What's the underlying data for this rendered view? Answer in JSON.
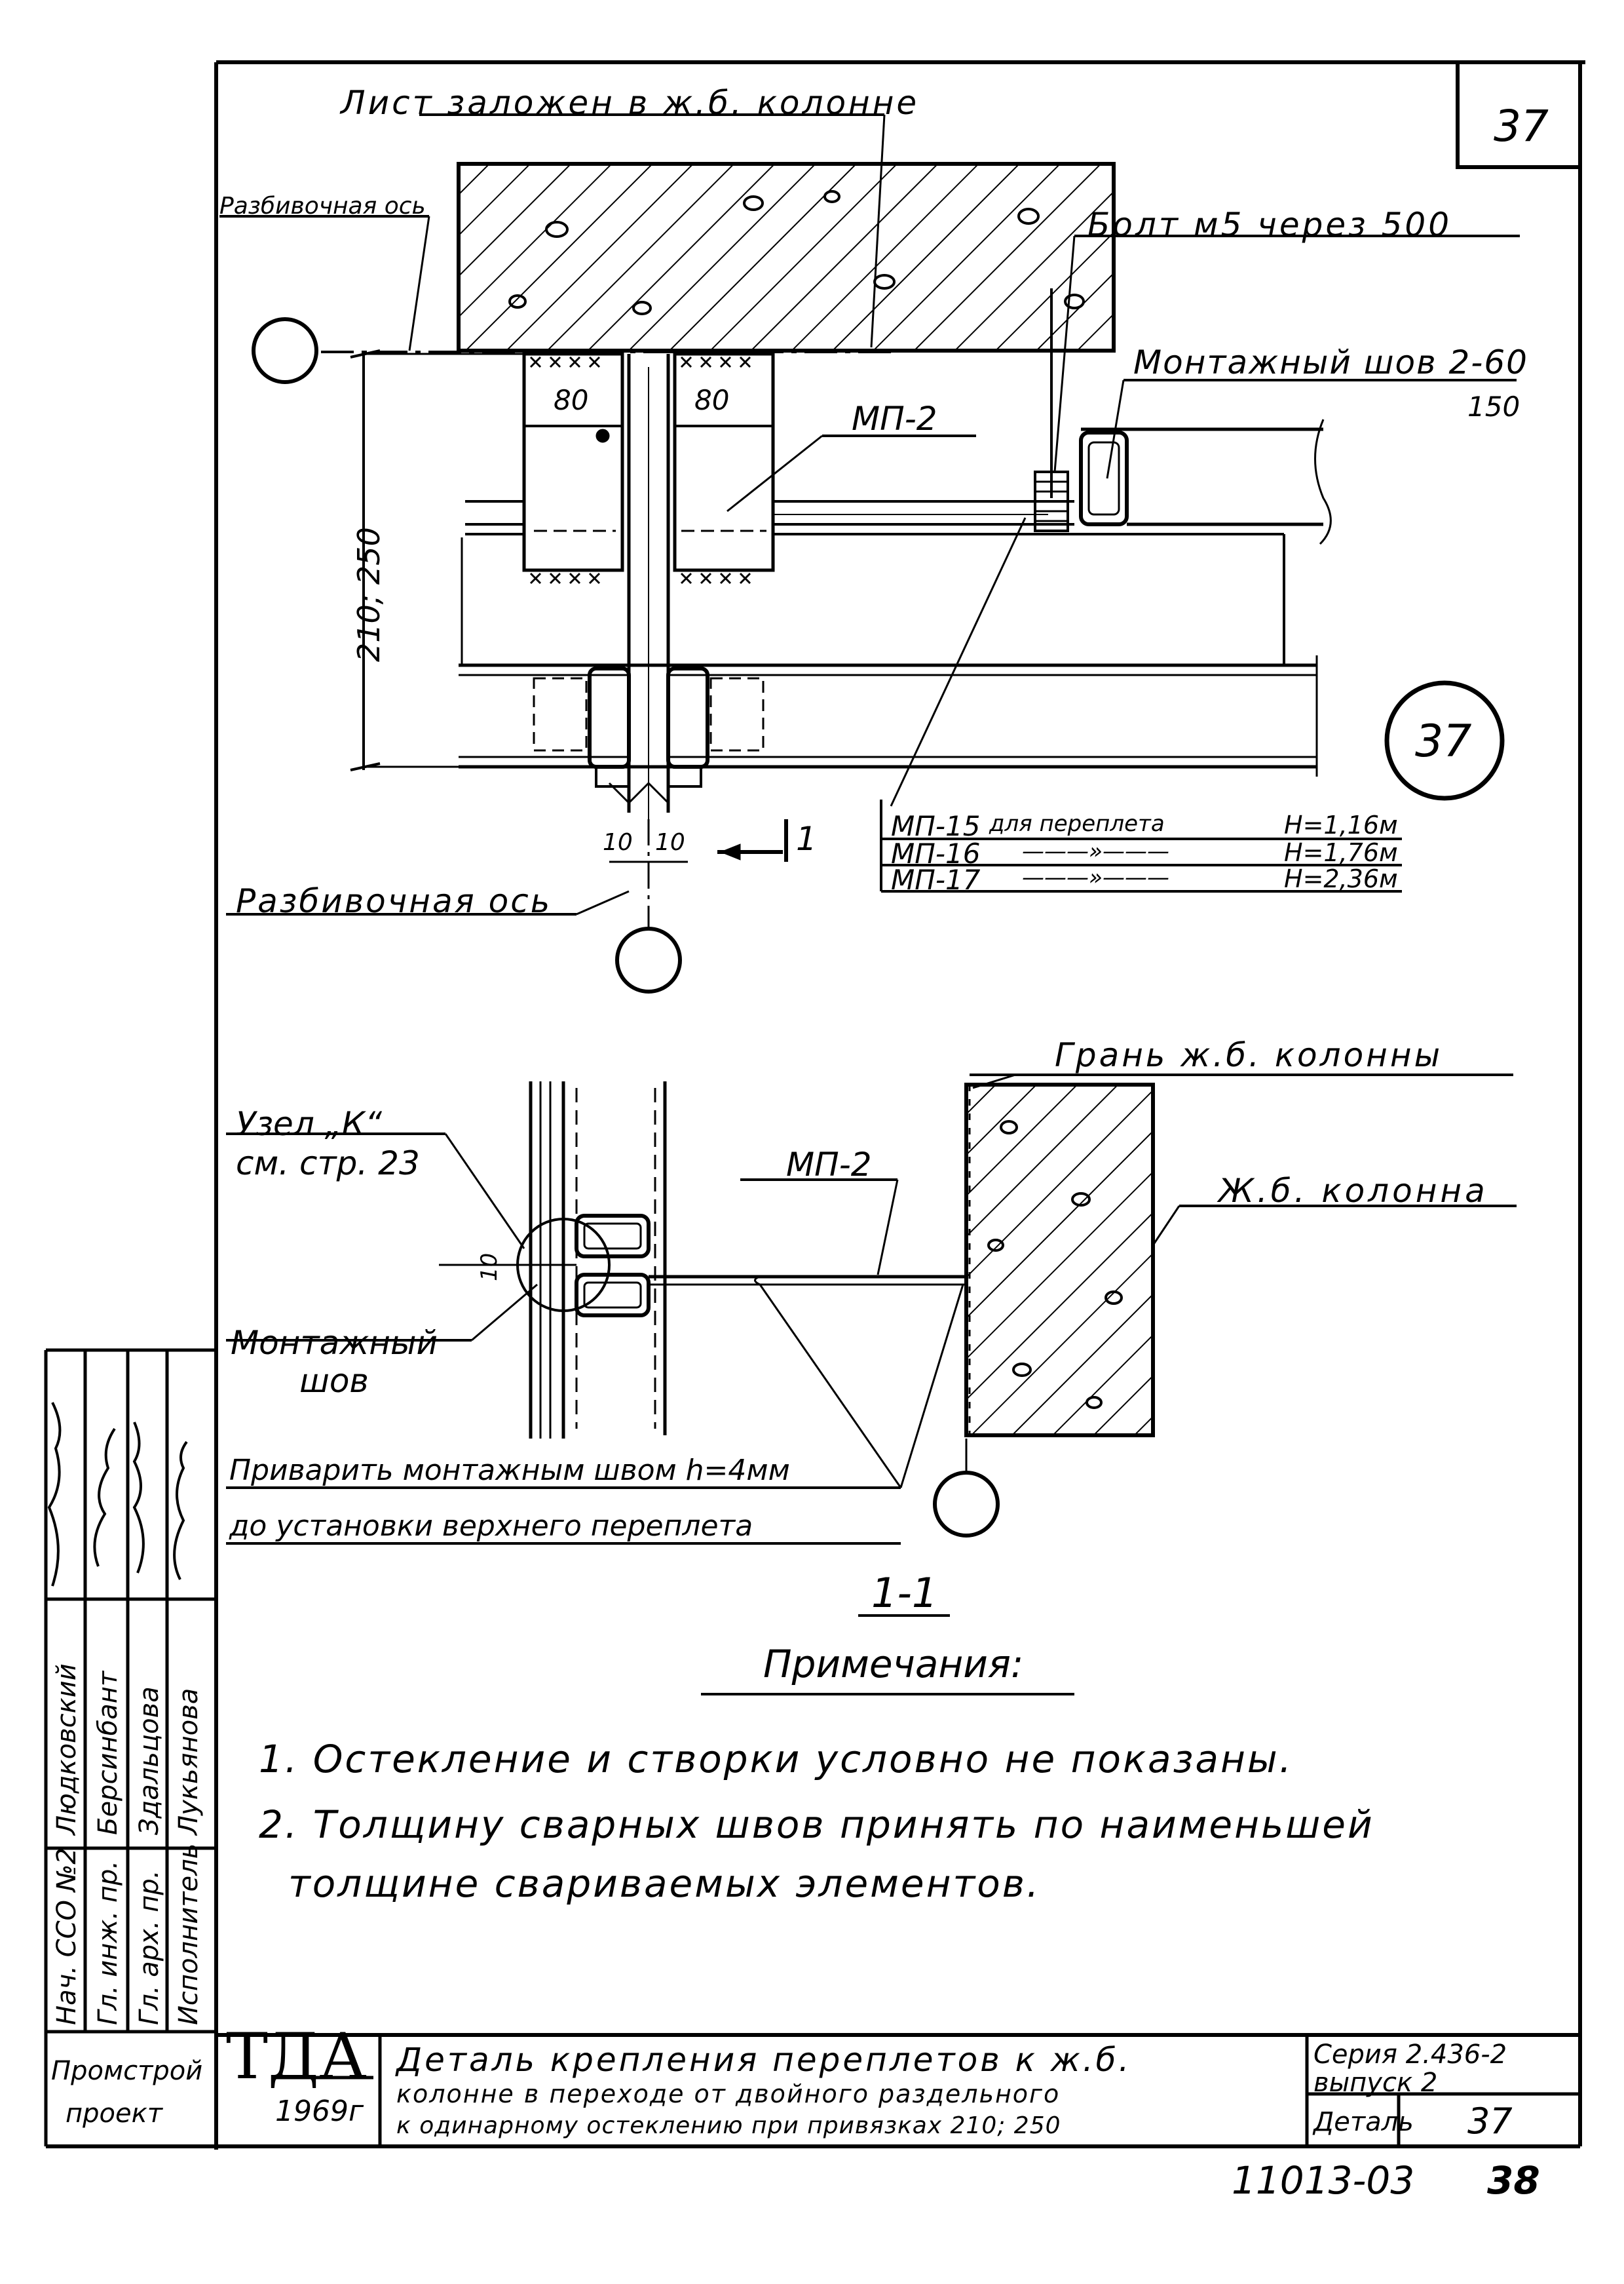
{
  "sheet_number": "37",
  "callout_number": "37",
  "top_view": {
    "embedded_plate": "Лист заложен в ж.б. колонне",
    "axis_label_top": "Разбивочная ось",
    "bolt": "Болт м5 через 500",
    "weld_a": "Монтажный шов 2-60",
    "weld_b": "150",
    "part_mp2": "МП-2",
    "dim_left": "80",
    "dim_right": "80",
    "dim_height": "210; 250",
    "dim_gap_left": "10",
    "dim_gap_right": "10",
    "section_mark": "1",
    "axis_label_bottom": "Разбивочная ось",
    "parts_table": [
      {
        "part": "МП-15",
        "purpose": "для переплета",
        "height": "Н=1,16м"
      },
      {
        "part": "МП-16",
        "purpose": "———»———",
        "height": "Н=1,76м"
      },
      {
        "part": "МП-17",
        "purpose": "———»———",
        "height": "Н=2,36м"
      }
    ]
  },
  "section_view": {
    "column_face": "Грань ж.б. колонны",
    "node_ref_a": "Узел „К“",
    "node_ref_b": "см. стр. 23",
    "part_mp2": "МП-2",
    "column": "Ж.б. колонна",
    "gap_dim": "10",
    "weld": "Монтажный шов",
    "instruction_a": "Приварить монтажным швом h=4мм",
    "instruction_b": "до установки верхнего переплета",
    "section_title": "1-1"
  },
  "notes": {
    "heading": "Примечания:",
    "items": [
      "1. Остекление и створки условно не показаны.",
      "2. Толщину сварных швов принять по наименьшей",
      "толщине свариваемых элементов."
    ]
  },
  "signatures": {
    "rows": [
      {
        "role": "Нач. ССО №2",
        "name": "Людковский"
      },
      {
        "role": "Гл. инж. пр.",
        "name": "Берсинбант"
      },
      {
        "role": "Гл. арх. пр.",
        "name": "Здальцова"
      },
      {
        "role": "Исполнитель",
        "name": "Лукьянова"
      }
    ]
  },
  "title_block": {
    "org_a": "Промстрой",
    "org_b": "проект",
    "logo": "ТДА",
    "year": "1969г",
    "title_line_1": "Деталь крепления переплетов к ж.б.",
    "title_line_2": "колонне в переходе от двойного раздельного",
    "title_line_3": "к одинарному остеклению при привязках 210; 250",
    "series_label": "Серия 2.436-2",
    "issue_label": "выпуск 2",
    "detail_label": "Деталь",
    "detail_number": "37"
  },
  "footer": {
    "doc_code": "11013-03",
    "page": "38"
  }
}
